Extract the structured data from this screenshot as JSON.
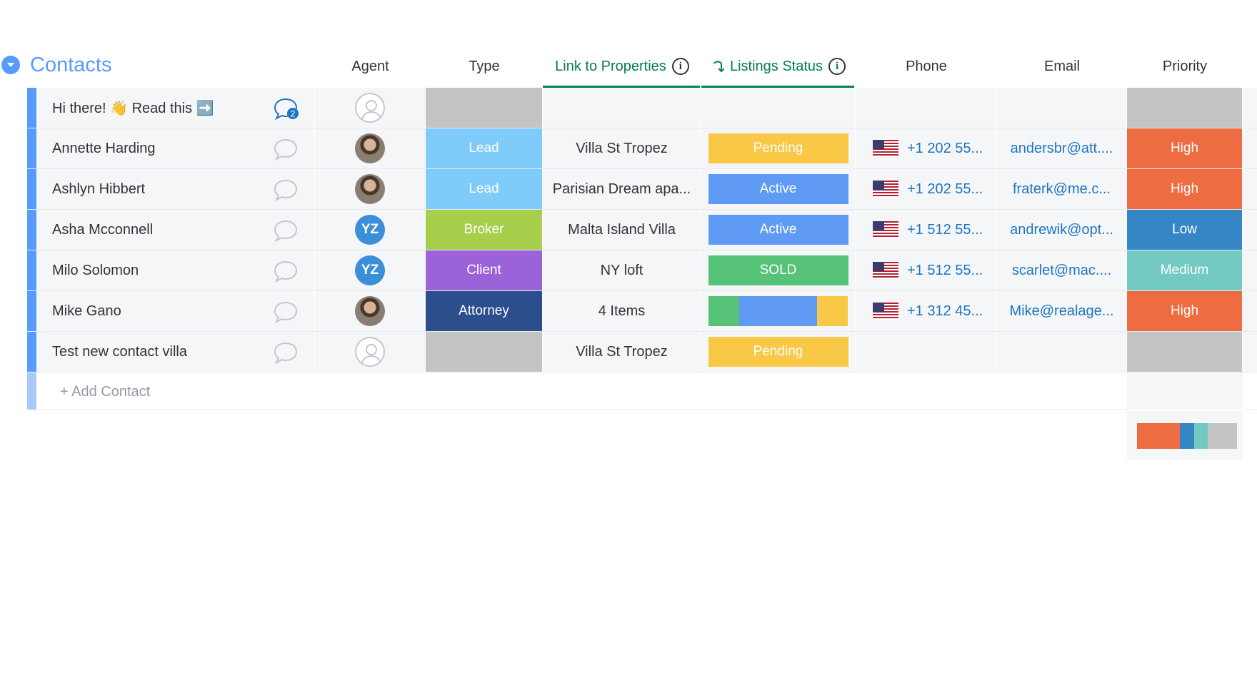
{
  "group": {
    "title": "Contacts",
    "color": "#579bfc"
  },
  "columns": {
    "agent": "Agent",
    "type": "Type",
    "link": "Link to Properties",
    "status": "Listings Status",
    "phone": "Phone",
    "email": "Email",
    "priority": "Priority"
  },
  "rows": [
    {
      "name": "Hi there! 👋 Read this ➡️",
      "updates": "2",
      "agent": "empty",
      "type": "",
      "type_color": "#c4c4c4",
      "link": "",
      "status": "",
      "status_color": "",
      "phone": "",
      "email": "",
      "priority": "",
      "priority_color": "#c4c4c4"
    },
    {
      "name": "Annette Harding",
      "agent": "photo",
      "type": "Lead",
      "type_color": "#7fcbf9",
      "link": "Villa St Tropez",
      "status": "Pending",
      "status_color": "#f8c846",
      "phone": "+1 202 55...",
      "email": "andersbr@att....",
      "priority": "High",
      "priority_color": "#ee6c41"
    },
    {
      "name": "Ashlyn Hibbert",
      "agent": "photo",
      "type": "Lead",
      "type_color": "#7fcbf9",
      "link": "Parisian Dream apa...",
      "status": "Active",
      "status_color": "#5f9af5",
      "phone": "+1 202 55...",
      "email": "fraterk@me.c...",
      "priority": "High",
      "priority_color": "#ee6c41"
    },
    {
      "name": "Asha Mcconnell",
      "agent": "YZ",
      "type": "Broker",
      "type_color": "#a8cf4b",
      "link": "Malta Island Villa",
      "status": "Active",
      "status_color": "#5f9af5",
      "phone": "+1 512 55...",
      "email": "andrewik@opt...",
      "priority": "Low",
      "priority_color": "#3586c4"
    },
    {
      "name": "Milo Solomon",
      "agent": "YZ",
      "type": "Client",
      "type_color": "#9b62d9",
      "link": "NY loft",
      "status": "SOLD",
      "status_color": "#56c378",
      "phone": "+1 512 55...",
      "email": "scarlet@mac....",
      "priority": "Medium",
      "priority_color": "#73cac3"
    },
    {
      "name": "Mike Gano",
      "agent": "photo",
      "type": "Attorney",
      "type_color": "#2d4e8c",
      "link": "4 Items",
      "status": "",
      "status_mix": [
        {
          "color": "#56c378",
          "fraction": 0.22
        },
        {
          "color": "#5f9af5",
          "fraction": 0.56
        },
        {
          "color": "#f8c846",
          "fraction": 0.22
        }
      ],
      "phone": "+1 312 45...",
      "email": "Mike@realage...",
      "priority": "High",
      "priority_color": "#ee6c41"
    },
    {
      "name": "Test new contact villa",
      "agent": "empty",
      "type": "",
      "type_color": "#c4c4c4",
      "link": "Villa St Tropez",
      "status": "Pending",
      "status_color": "#f8c846",
      "phone": "",
      "email": "",
      "priority": "",
      "priority_color": "#c4c4c4"
    }
  ],
  "add_row": {
    "label": "+ Add Contact"
  },
  "priority_summary": [
    {
      "color": "#ee6c41",
      "fraction": 0.43
    },
    {
      "color": "#3586c4",
      "fraction": 0.14
    },
    {
      "color": "#73cac3",
      "fraction": 0.14
    },
    {
      "color": "#c4c4c4",
      "fraction": 0.29
    }
  ]
}
